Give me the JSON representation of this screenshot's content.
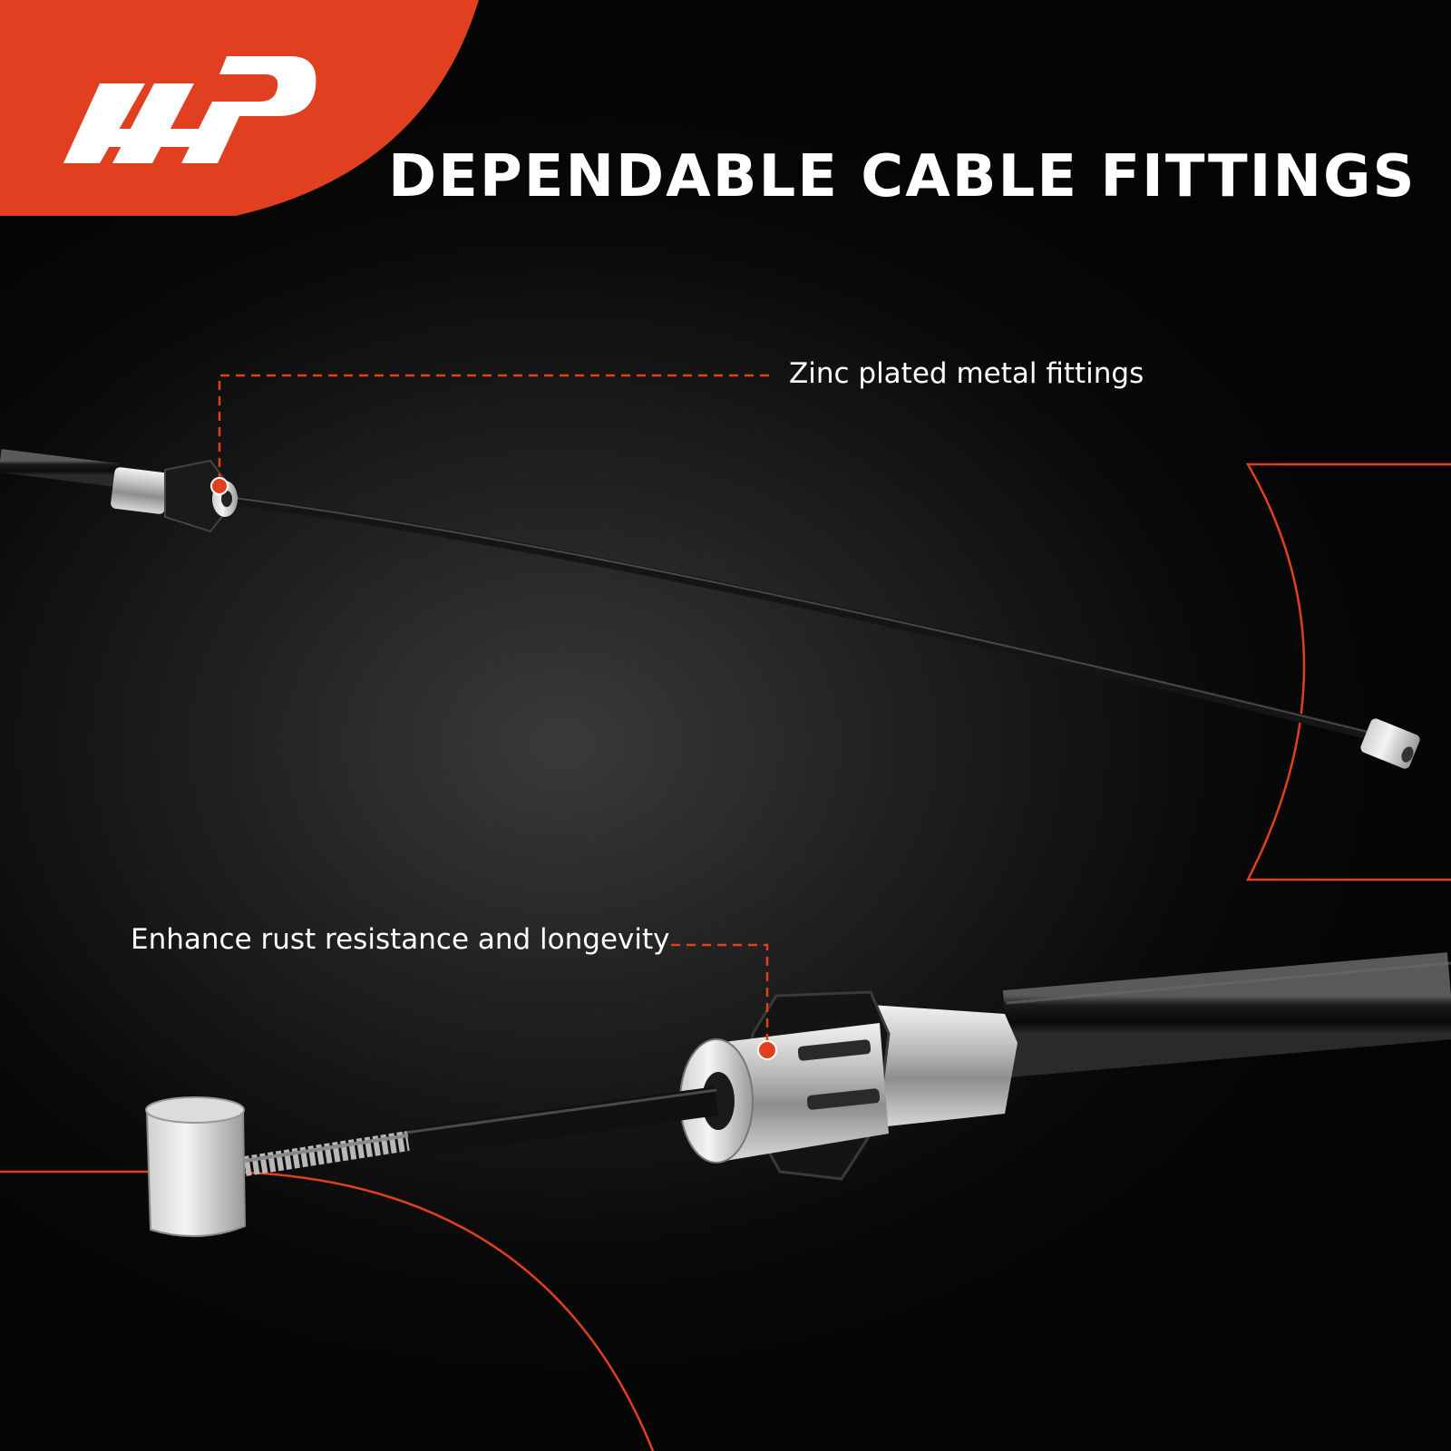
{
  "header": {
    "headline": "DEPENDABLE CABLE FITTINGS"
  },
  "callouts": {
    "fittings": "Zinc plated metal fittings",
    "rust": "Enhance rust resistance and longevity"
  },
  "colors": {
    "accent": "#e0401f",
    "background": "#0a0a0a",
    "text": "#ffffff"
  },
  "icons": {
    "brand": "ap-logo-icon"
  }
}
